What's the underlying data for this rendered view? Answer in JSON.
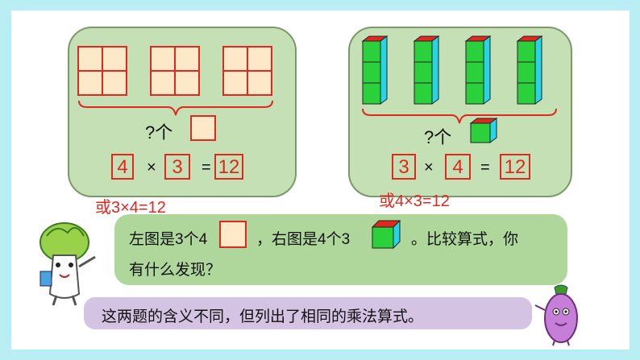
{
  "left": {
    "question": "?个",
    "eq": {
      "a": "4",
      "op": "×",
      "b": "3",
      "eq": "=",
      "res": "12"
    },
    "alt": "或3×4=12"
  },
  "right": {
    "question": "?个",
    "eq": {
      "a": "3",
      "op": "×",
      "b": "4",
      "eq": "=",
      "res": "12"
    },
    "alt": "或4×3=12"
  },
  "question": {
    "line1_a": "左图是3个4",
    "line1_b": "，右图是4个3",
    "line1_c": "。比较算式，你",
    "line2": "有什么发现？"
  },
  "answer": "这两题的含义不同，但列出了相同的乘法算式。",
  "colors": {
    "red": "#e0281e",
    "green": "#2bd13a",
    "cyan": "#25d7e6",
    "cream": "#fde9c7",
    "panel": "#c6e0b5",
    "purple": "#d4c3e3"
  }
}
